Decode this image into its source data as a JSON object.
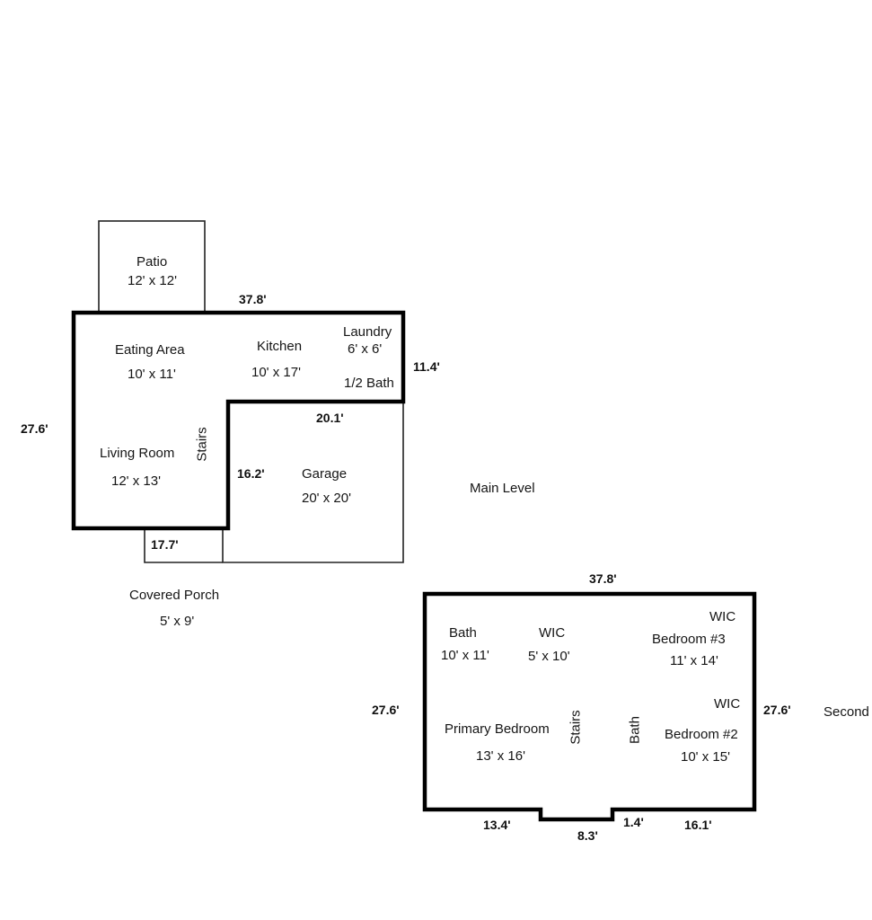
{
  "main_level": {
    "title": "Main Level",
    "rooms": {
      "patio": {
        "name": "Patio",
        "size": "12' x 12'"
      },
      "eating_area": {
        "name": "Eating Area",
        "size": "10' x 11'"
      },
      "kitchen": {
        "name": "Kitchen",
        "size": "10' x 17'"
      },
      "laundry": {
        "name": "Laundry",
        "size": "6' x 6'"
      },
      "half_bath": {
        "name": "1/2 Bath"
      },
      "living_room": {
        "name": "Living Room",
        "size": "12' x 13'"
      },
      "stairs": {
        "name": "Stairs"
      },
      "garage": {
        "name": "Garage",
        "size": "20' x 20'"
      },
      "covered_porch": {
        "name": "Covered Porch",
        "size": "5' x 9'"
      }
    },
    "dimensions": {
      "top": "37.8'",
      "right_upper": "11.4'",
      "left": "27.6'",
      "step_top": "20.1'",
      "step_side": "16.2'",
      "porch": "17.7'"
    }
  },
  "second_level": {
    "title": "Second",
    "rooms": {
      "bath": {
        "name": "Bath",
        "size": "10' x 11'"
      },
      "wic_primary": {
        "name": "WIC",
        "size": "5' x 10'"
      },
      "primary_bedroom": {
        "name": "Primary Bedroom",
        "size": "13' x 16'"
      },
      "stairs": {
        "name": "Stairs"
      },
      "bath_hall": {
        "name": "Bath"
      },
      "wic_bedroom3": {
        "name": "WIC"
      },
      "bedroom3": {
        "name": "Bedroom #3",
        "size": "11' x 14'"
      },
      "wic_bedroom2": {
        "name": "WIC"
      },
      "bedroom2": {
        "name": "Bedroom #2",
        "size": "10' x 15'"
      }
    },
    "dimensions": {
      "top": "37.8'",
      "left": "27.6'",
      "right": "27.6'",
      "bottom_left": "13.4'",
      "bottom_notch": "8.3'",
      "bottom_step": "1.4'",
      "bottom_right": "16.1'"
    }
  }
}
